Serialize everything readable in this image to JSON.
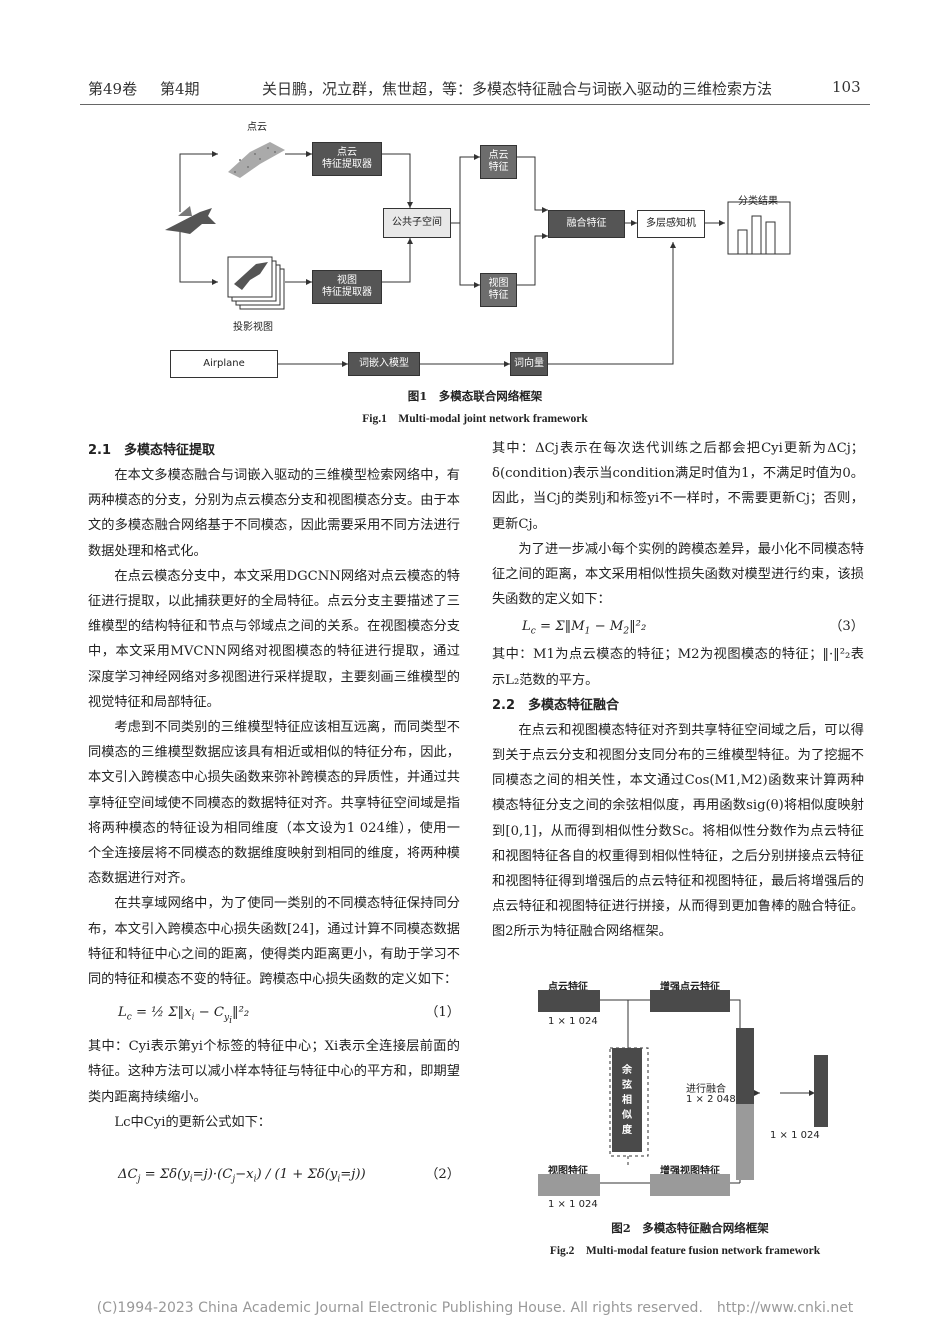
{
  "header": {
    "volume": "第49卷",
    "issue": "第4期",
    "authors_title": "关日鹏，况立群，焦世超，等：多模态特征融合与词嵌入驱动的三维检索方法",
    "page": "103"
  },
  "figure1": {
    "labels": {
      "point_cloud": "点云",
      "pc_extractor": "点云\n特征提取器",
      "shared_space": "公共子空间",
      "pc_feature": "点云\n特征",
      "view_feature": "视图\n特征",
      "fusion": "融合特征",
      "mlp": "多层感知机",
      "result": "分类结果",
      "view_extractor": "视图\n特征提取器",
      "proj_view": "投影视图",
      "airplane": "Airplane",
      "word_embed": "词嵌入模型",
      "word_vec": "词向量"
    },
    "caption_cn": "图1　多模态联合网络框架",
    "caption_en": "Fig.1　Multi-modal joint network framework"
  },
  "figure2": {
    "labels": {
      "pc_feat": "点云特征",
      "enh_pc": "增强点云特征",
      "dim1": "1 × 1 024",
      "cos_sim": "余\n弦\n相\n似\n度",
      "concat": "进行融合",
      "dim2": "1 × 2 048",
      "dim3": "1 × 1 024",
      "view_feat": "视图特征",
      "enh_view": "增强视图特征",
      "dim4": "1 × 1 024"
    },
    "caption_cn": "图2　多模态特征融合网络框架",
    "caption_en": "Fig.2　Multi-modal feature fusion network framework"
  },
  "left": {
    "sec21": "2.1　多模态特征提取",
    "p1": "在本文多模态融合与词嵌入驱动的三维模型检索网络中，有两种模态的分支，分别为点云模态分支和视图模态分支。由于本文的多模态融合网络基于不同模态，因此需要采用不同方法进行数据处理和格式化。",
    "p2": "在点云模态分支中，本文采用DGCNN网络对点云模态的特征进行提取，以此捕获更好的全局特征。点云分支主要描述了三维模型的结构特征和节点与邻域点之间的关系。在视图模态分支中，本文采用MVCNN网络对视图模态的特征进行提取，通过深度学习神经网络对多视图进行采样提取，主要刻画三维模型的视觉特征和局部特征。",
    "p3": "考虑到不同类别的三维模型特征应该相互远离，而同类型不同模态的三维模型数据应该具有相近或相似的特征分布，因此，本文引入跨模态中心损失函数来弥补跨模态的异质性，并通过共享特征空间域使不同模态的数据特征对齐。共享特征空间域是指将两种模态的特征设为相同维度（本文设为1 024维），使用一个全连接层将不同模态的数据维度映射到相同的维度，将两种模态数据进行对齐。",
    "p4": "在共享域网络中，为了使同一类别的不同模态特征保持同分布，本文引入跨模态中心损失函数[24]，通过计算不同模态数据特征和特征中心之间的距离，使得类内距离更小，有助于学习不同的特征和模态不变的特征。跨模态中心损失函数的定义如下：",
    "eq1_num": "（1）",
    "p5": "其中：Cyi表示第yi个标签的特征中心；Xi表示全连接层前面的特征。这种方法可以减小样本特征与特征中心的平方和，即期望类内距离持续缩小。",
    "p6": "Lc中Cyi的更新公式如下：",
    "eq2_num": "（2）"
  },
  "right": {
    "p1": "其中：ΔCj表示在每次迭代训练之后都会把Cyi更新为ΔCj；δ(condition)表示当condition满足时值为1，不满足时值为0。因此，当Cj的类别j和标签yi不一样时，不需要更新Cj；否则，更新Cj。",
    "p2": "为了进一步减小每个实例的跨模态差异，最小化不同模态特征之间的距离，本文采用相似性损失函数对模型进行约束，该损失函数的定义如下：",
    "eq3_num": "（3）",
    "p3": "其中：M1为点云模态的特征；M2为视图模态的特征；‖·‖²₂表示L₂范数的平方。",
    "sec22": "2.2　多模态特征融合",
    "p4": "在点云和视图模态特征对齐到共享特征空间域之后，可以得到关于点云分支和视图分支同分布的三维模型特征。为了挖掘不同模态之间的相关性，本文通过Cos(M1,M2)函数来计算两种模态特征分支之间的余弦相似度，再用函数sig(θ)将相似度映射到[0,1]，从而得到相似性分数Sc。将相似性分数作为点云特征和视图特征各自的权重得到相似性特征，之后分别拼接点云特征和视图特征得到增强后的点云特征和视图特征，最后将增强后的点云特征和视图特征进行拼接，从而得到更加鲁棒的融合特征。图2所示为特征融合网络框架。"
  },
  "footer": "(C)1994-2023 China Academic Journal Electronic Publishing House. All rights reserved.　http://www.cnki.net"
}
